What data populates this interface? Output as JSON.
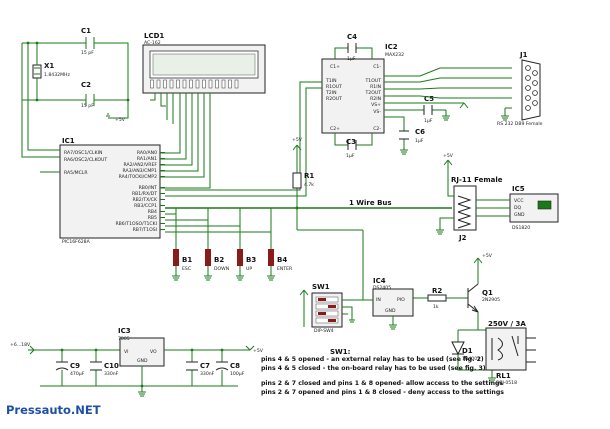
{
  "components": {
    "c1": {
      "ref": "C1",
      "value": "15 pF"
    },
    "c2": {
      "ref": "C2",
      "value": "15 pF"
    },
    "x1": {
      "ref": "X1",
      "value": "1.8432MHz"
    },
    "lcd1": {
      "ref": "LCD1",
      "value": "AC-162"
    },
    "c4": {
      "ref": "C4",
      "value": "1µF"
    },
    "c3": {
      "ref": "C3",
      "value": "1µF"
    },
    "ic2": {
      "ref": "IC2",
      "value": "MAX232",
      "pins_left": [
        "C1+",
        "T1IN",
        "R1OUT",
        "T2IN",
        "R2OUT",
        "C2+"
      ],
      "pins_right": [
        "C1-",
        "T1OUT",
        "R1IN",
        "T2OUT",
        "R2IN",
        "VS+",
        "VS-",
        "C2-"
      ]
    },
    "c5": {
      "ref": "C5",
      "value": "1µF"
    },
    "c6": {
      "ref": "C6",
      "value": "1µF"
    },
    "j1": {
      "ref": "J1",
      "value": "RS 232 DB9 Female"
    },
    "ic1": {
      "ref": "IC1",
      "value": "PIC16F628A",
      "pins_left": [
        "RA7/OSC1/CLKIN",
        "RA6/OSC2/CLKOUT",
        "RA5/MCLR"
      ],
      "pins_right": [
        "RA0/AN0",
        "RA1/AN1",
        "RA2/AN2/VREF",
        "RA3/AN3/CMP1",
        "RA4/T0CKI/CMP2",
        "RB0/INT",
        "RB1/RX/DT",
        "RB2/TX/CK",
        "RB3/CCP1",
        "RB4",
        "RB5",
        "RB6/T1OSO/T1CKI",
        "RB7/T1OSI"
      ]
    },
    "r1": {
      "ref": "R1",
      "value": "4.7k"
    },
    "rj11": {
      "ref": "J2",
      "value": "RJ-11 Female"
    },
    "ic5": {
      "ref": "IC5",
      "value": "DS1820",
      "pins": [
        "VCC",
        "DQ",
        "GND"
      ]
    },
    "one_wire": "1 Wire Bus",
    "buttons": [
      {
        "ref": "B1",
        "value": "ESC"
      },
      {
        "ref": "B2",
        "value": "DOWN"
      },
      {
        "ref": "B3",
        "value": "UP"
      },
      {
        "ref": "B4",
        "value": "ENTER"
      }
    ],
    "sw1": {
      "ref": "SW1",
      "value": "DIP-SW4"
    },
    "ic4": {
      "ref": "IC4",
      "value": "DS2405",
      "pins": [
        "IN",
        "PIO",
        "GND"
      ]
    },
    "r2": {
      "ref": "R2",
      "value": "1k"
    },
    "q1": {
      "ref": "Q1",
      "value": "2N2905"
    },
    "d1": {
      "ref": "D1",
      "value": "1N4001"
    },
    "rl1": {
      "ref": "RL1",
      "value": "SGJ-0518",
      "rating": "250V / 3A"
    },
    "ic3": {
      "ref": "IC3",
      "value": "7805",
      "pins": [
        "VI",
        "VO",
        "GND"
      ]
    },
    "c9": {
      "ref": "C9",
      "value": "470µF"
    },
    "c10": {
      "ref": "C10",
      "value": "330nF"
    },
    "c7": {
      "ref": "C7",
      "value": "330nF"
    },
    "c8": {
      "ref": "C8",
      "value": "100µF"
    },
    "vin": "+6...18V",
    "vcc": "+5V"
  },
  "notes": {
    "title": "SW1:",
    "lines": [
      "pins 4 & 5 opened - an external relay has to be used (see fig. 2)",
      "pins 4 & 5 closed - the on-board relay has to be used (see fig. 3)",
      "pins 2 & 7 closed and pins 1 & 8 opened- allow access to the settings",
      "pins 2 & 7 opened and pins 1 & 8 closed - deny access to the settings"
    ]
  },
  "watermark": "Pressauto.NET",
  "colors": {
    "wire": "#1a7a1a",
    "button": "#8b1a1a",
    "brand": "#1f4fa8"
  }
}
